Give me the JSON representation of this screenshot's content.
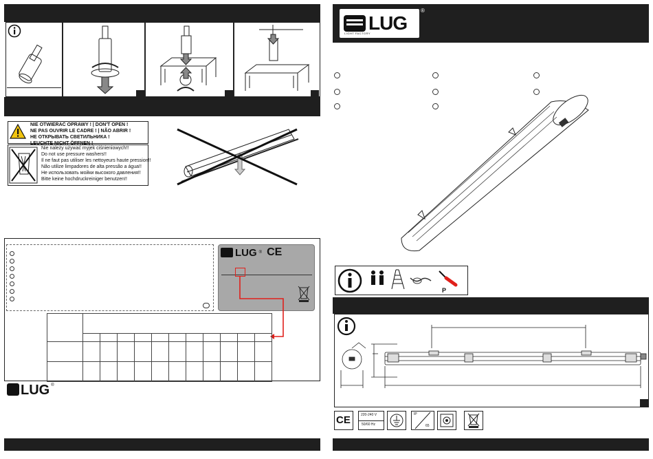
{
  "warnings": {
    "do_not_open": [
      "NIE OTWIERAĆ OPRAWY ! | DON'T OPEN !",
      "NE PAS OUVRIR LE CADRE ! | NÃO ABRIR !",
      "НЕ ОТКРЫВАТЬ СВЕТИЛЬНИКА !",
      "LEUCHTE NICHT ÖFFNEN !"
    ],
    "pressure_washer": [
      "Nie należy używać myjek ciśnieniowych!!",
      "Do not use pressure washers!!",
      "Il ne faut pas utiliser les nettoyeurs haute pression!!",
      "Não utilize limpadores de alta pressão a água!!",
      "Не использовать мойки высокого давления!!",
      "Bitte keine hochdruckreiniger benutzen!!"
    ]
  },
  "brand": {
    "name": "LUG",
    "registered": "®",
    "tagline": "LIGHT FACTORY",
    "ce": "CE"
  },
  "tools": {
    "screwdriver_label": "P"
  },
  "specs": {
    "voltage": "220-240 V",
    "frequency": "50/60 Hz",
    "ip_label": "IP",
    "ip_value": "65"
  },
  "colors": {
    "bar": "#1f1f1f",
    "red": "#e0201b",
    "label_bg": "#a8a8a8"
  }
}
